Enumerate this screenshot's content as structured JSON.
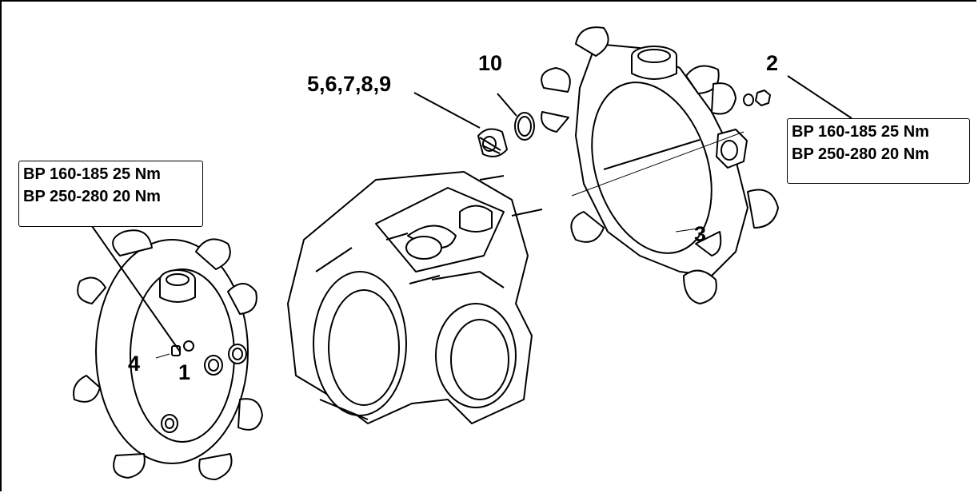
{
  "part_labels": {
    "p1": "1",
    "p2": "2",
    "p3": "3",
    "p4": "4",
    "p5_9": "5,6,7,8,9",
    "p10": "10"
  },
  "callouts": {
    "left": {
      "line1": "BP 160-185  25 Nm",
      "line2": "BP 250-280  20 Nm"
    },
    "right": {
      "line1": "BP 160-185  25 Nm",
      "line2": "BP 250-280  20 Nm"
    }
  }
}
